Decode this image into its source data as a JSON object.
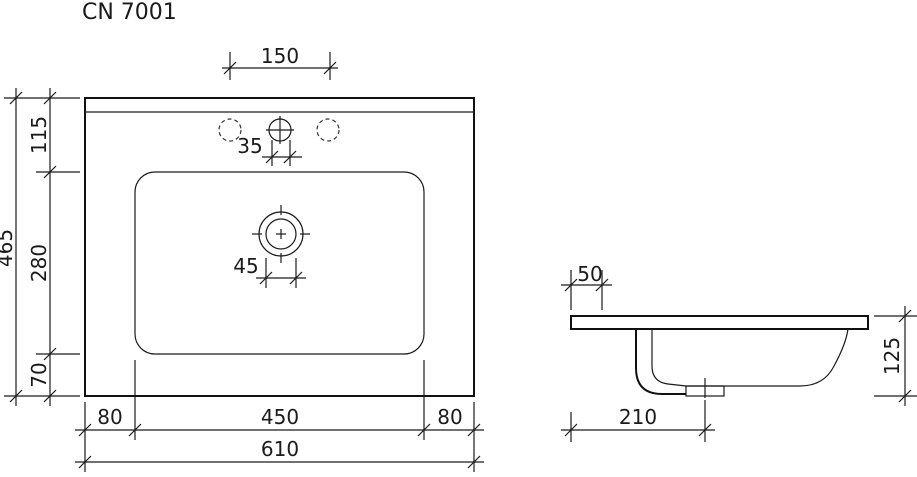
{
  "title": "CN 7001",
  "dimensions": {
    "hole_spacing": "150",
    "tap_hole": "35",
    "drain_hole": "45",
    "total_height": "465",
    "top_offset": "115",
    "bowl_height": "280",
    "bottom_offset": "70",
    "left_margin": "80",
    "bowl_width": "450",
    "right_margin": "80",
    "total_width": "610",
    "rim_thickness": "50",
    "side_depth": "125",
    "drain_offset": "210"
  }
}
